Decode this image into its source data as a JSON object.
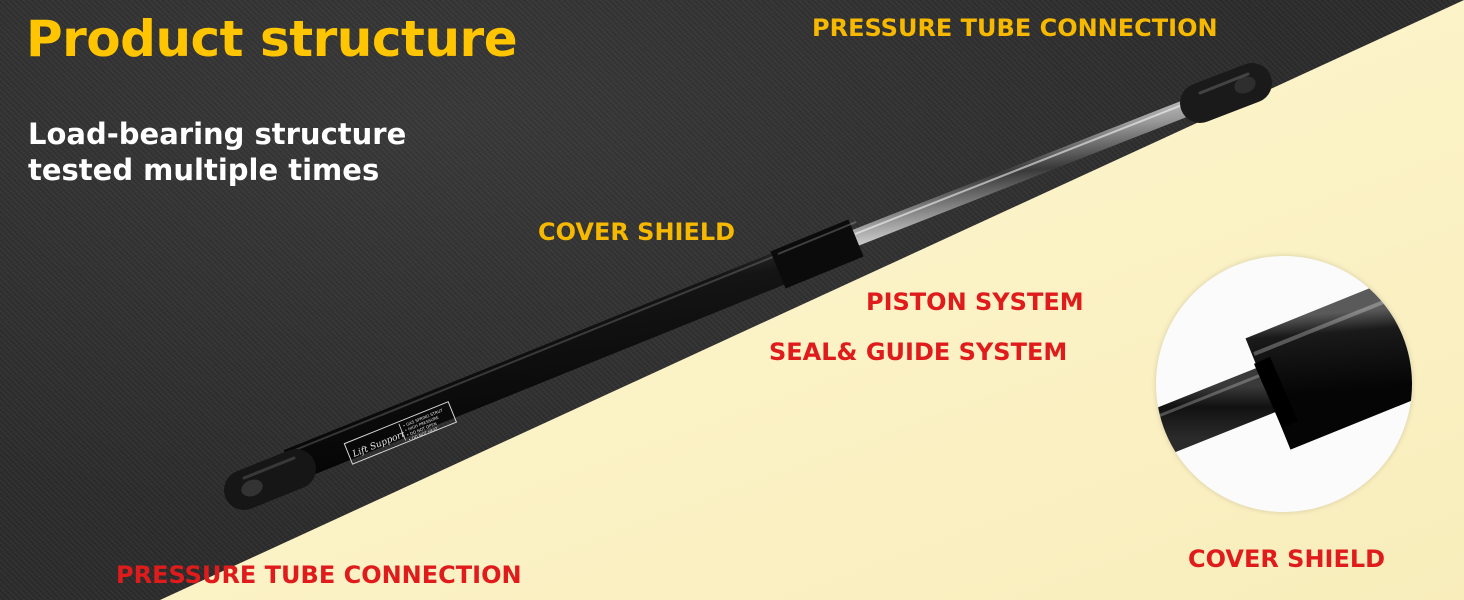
{
  "title": "Product structure",
  "subtitle": {
    "line1": "Load-bearing structure",
    "line2": "tested multiple times"
  },
  "labels": {
    "pressure_tube_top": "PRESSURE TUBE CONNECTION",
    "cover_shield_left": "COVER SHIELD",
    "piston_system": "PISTON SYSTEM",
    "seal_guide_system": "SEAL& GUIDE SYSTEM",
    "pressure_tube_bottom": "PRESSURE TUBE CONNECTION",
    "cover_shield_right": "COVER SHIELD"
  },
  "strut_label": {
    "brand": "Lift Support",
    "warnings": [
      "• GAS SPRING STRUT",
      "• HIGH PRESSURE",
      "• DO NOT OPEN",
      "• DO NOT HEAT"
    ]
  },
  "colors": {
    "title_yellow": "#ffc500",
    "label_yellow": "#f7b900",
    "label_red": "#e01b1b",
    "dark_bg": "#2b2b2b",
    "cream_bg": "#fdf5c8"
  }
}
